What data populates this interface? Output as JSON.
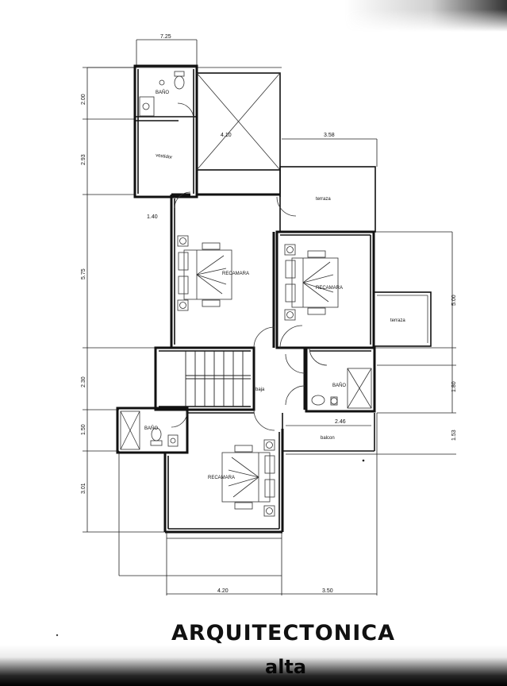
{
  "title": "ARQUITECTONICA",
  "subtitle": "alta",
  "rooms": {
    "bano_top": "BAÑO",
    "vestidor": "vestidor",
    "recamara_1": "RECAMARA",
    "terraza_1": "terraza",
    "recamara_2": "RECAMARA",
    "terraza_2": "terraza",
    "baja": "baja",
    "bano_right": "BAÑO",
    "balcon": "balcon",
    "bano_left": "BAÑO",
    "recamara_3": "RECAMARA"
  },
  "dimensions": {
    "top_width": "7.25",
    "left_2_00": "2.00",
    "left_2_93": "2.93",
    "inner_1_40": "1.40",
    "inner_4_10": "4.10",
    "inner_3_58": "3.58",
    "left_5_75": "5.75",
    "right_5_00": "5.00",
    "left_2_30": "2.30",
    "right_1_80": "1.80",
    "inner_2_46": "2.46",
    "left_1_50": "1.50",
    "right_1_53": "1.53",
    "left_3_01": "3.01",
    "bottom_4_20": "4.20",
    "bottom_3_50": "3.50"
  }
}
